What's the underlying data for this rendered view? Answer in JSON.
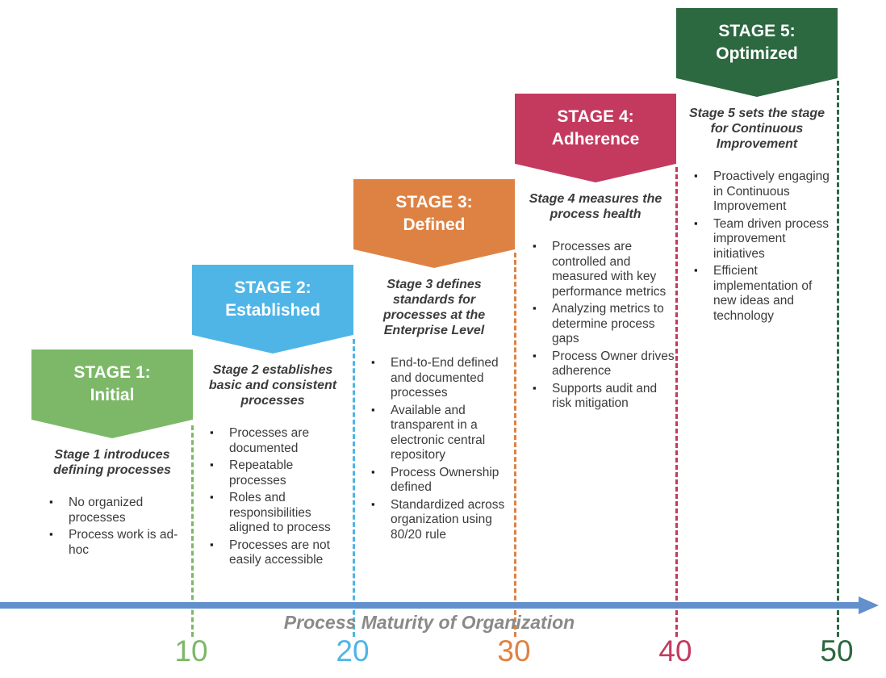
{
  "diagram": {
    "axis": {
      "label": "Process Maturity of Organization",
      "label_color": "#8a8a8a",
      "arrow_color": "#6290cc"
    },
    "stages": [
      {
        "banner_line1": "STAGE 1:",
        "banner_line2": "Initial",
        "color": "#7cb868",
        "tick": "10",
        "subtitle": "Stage 1 introduces defining processes",
        "bullets": [
          "No organized processes",
          "Process work is ad-hoc"
        ]
      },
      {
        "banner_line1": "STAGE 2:",
        "banner_line2": "Established",
        "color": "#4fb5e7",
        "tick": "20",
        "subtitle": "Stage 2 establishes basic and consistent processes",
        "bullets": [
          "Processes are documented",
          "Repeatable processes",
          "Roles and responsibilities aligned to process",
          "Processes are not easily accessible"
        ]
      },
      {
        "banner_line1": "STAGE 3:",
        "banner_line2": "Defined",
        "color": "#de8244",
        "tick": "30",
        "subtitle": "Stage 3 defines standards for processes at the Enterprise Level",
        "bullets": [
          "End-to-End defined and documented processes",
          "Available and transparent in a electronic central repository",
          "Process Ownership defined",
          "Standardized across organization using 80/20 rule"
        ]
      },
      {
        "banner_line1": "STAGE 4:",
        "banner_line2": "Adherence",
        "color": "#c43a5f",
        "tick": "40",
        "subtitle": "Stage 4 measures the process health",
        "bullets": [
          "Processes are controlled and measured with key performance metrics",
          "Analyzing metrics to determine process gaps",
          "Process Owner drives adherence",
          "Supports audit and risk mitigation"
        ]
      },
      {
        "banner_line1": "STAGE 5:",
        "banner_line2": "Optimized",
        "color": "#2c6840",
        "tick": "50",
        "subtitle": "Stage 5 sets the stage for Continuous Improvement",
        "bullets": [
          "Proactively engaging in Continuous Improvement",
          "Team driven process improvement initiatives",
          "Efficient implementation of new ideas and technology"
        ]
      }
    ]
  }
}
